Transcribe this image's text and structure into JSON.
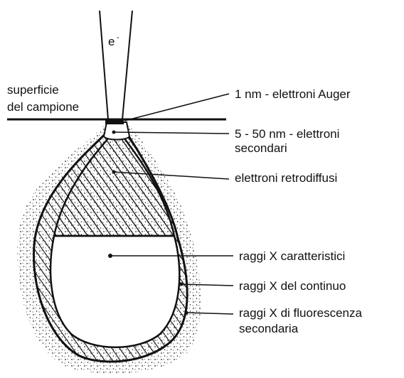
{
  "beam": {
    "label": "e",
    "charge": "-"
  },
  "surface": {
    "line1": "superficie",
    "line2": "del campione"
  },
  "labels": {
    "auger": "1 nm - elettroni Auger",
    "secondary_line1": "5 - 50 nm - elettroni",
    "secondary_line2": "secondari",
    "backscattered": "elettroni retrodiffusi",
    "xray_characteristic": "raggi X caratteristici",
    "xray_continuum": "raggi X del continuo",
    "xray_fluorescence_line1": "raggi X di fluorescenza",
    "xray_fluorescence_line2": "secondaria"
  },
  "colors": {
    "ink": "#111111",
    "background": "#ffffff"
  }
}
